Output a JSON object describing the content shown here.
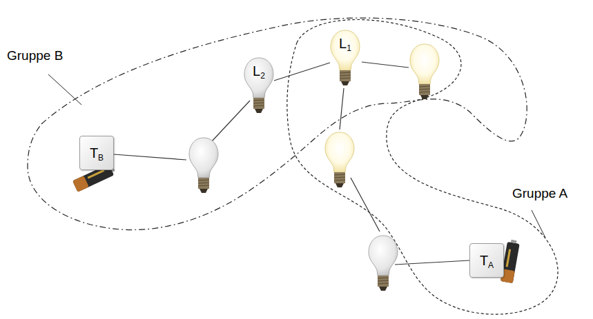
{
  "diagram": {
    "nodes": [
      {
        "text": [
          "L1"
        ]
      },
      {
        "text": [
          "L2"
        ]
      },
      {
        "text": [
          "TB"
        ]
      },
      {
        "text": [
          "TA"
        ]
      }
    ],
    "edges": [
      {
        "from": 1,
        "to": 0,
        "arrow": "none"
      }
    ],
    "labels": [
      "Gruppe B",
      "Gruppe A"
    ]
  }
}
